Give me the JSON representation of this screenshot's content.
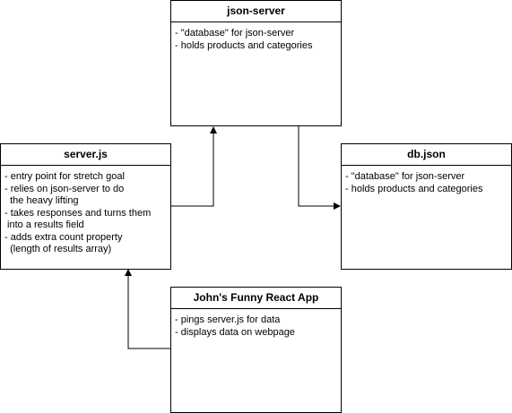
{
  "boxes": {
    "json_server": {
      "title": "json-server",
      "lines": [
        "- \"database\" for json-server",
        "- holds products and categories"
      ]
    },
    "server_js": {
      "title": "server.js",
      "lines": [
        "- entry point for stretch goal",
        "- relies on json-server to do",
        "  the heavy lifting",
        "- takes responses and turns them",
        " into a results field",
        "- adds extra count property",
        "  (length of results array)"
      ]
    },
    "db_json": {
      "title": "db.json",
      "lines": [
        "- \"database\" for json-server",
        "- holds products and categories"
      ]
    },
    "react_app": {
      "title": "John's Funny React App",
      "lines": [
        "- pings server.js for data",
        "- displays data on webpage"
      ]
    }
  },
  "colors": {
    "stroke": "#000000",
    "fill": "#ffffff"
  }
}
